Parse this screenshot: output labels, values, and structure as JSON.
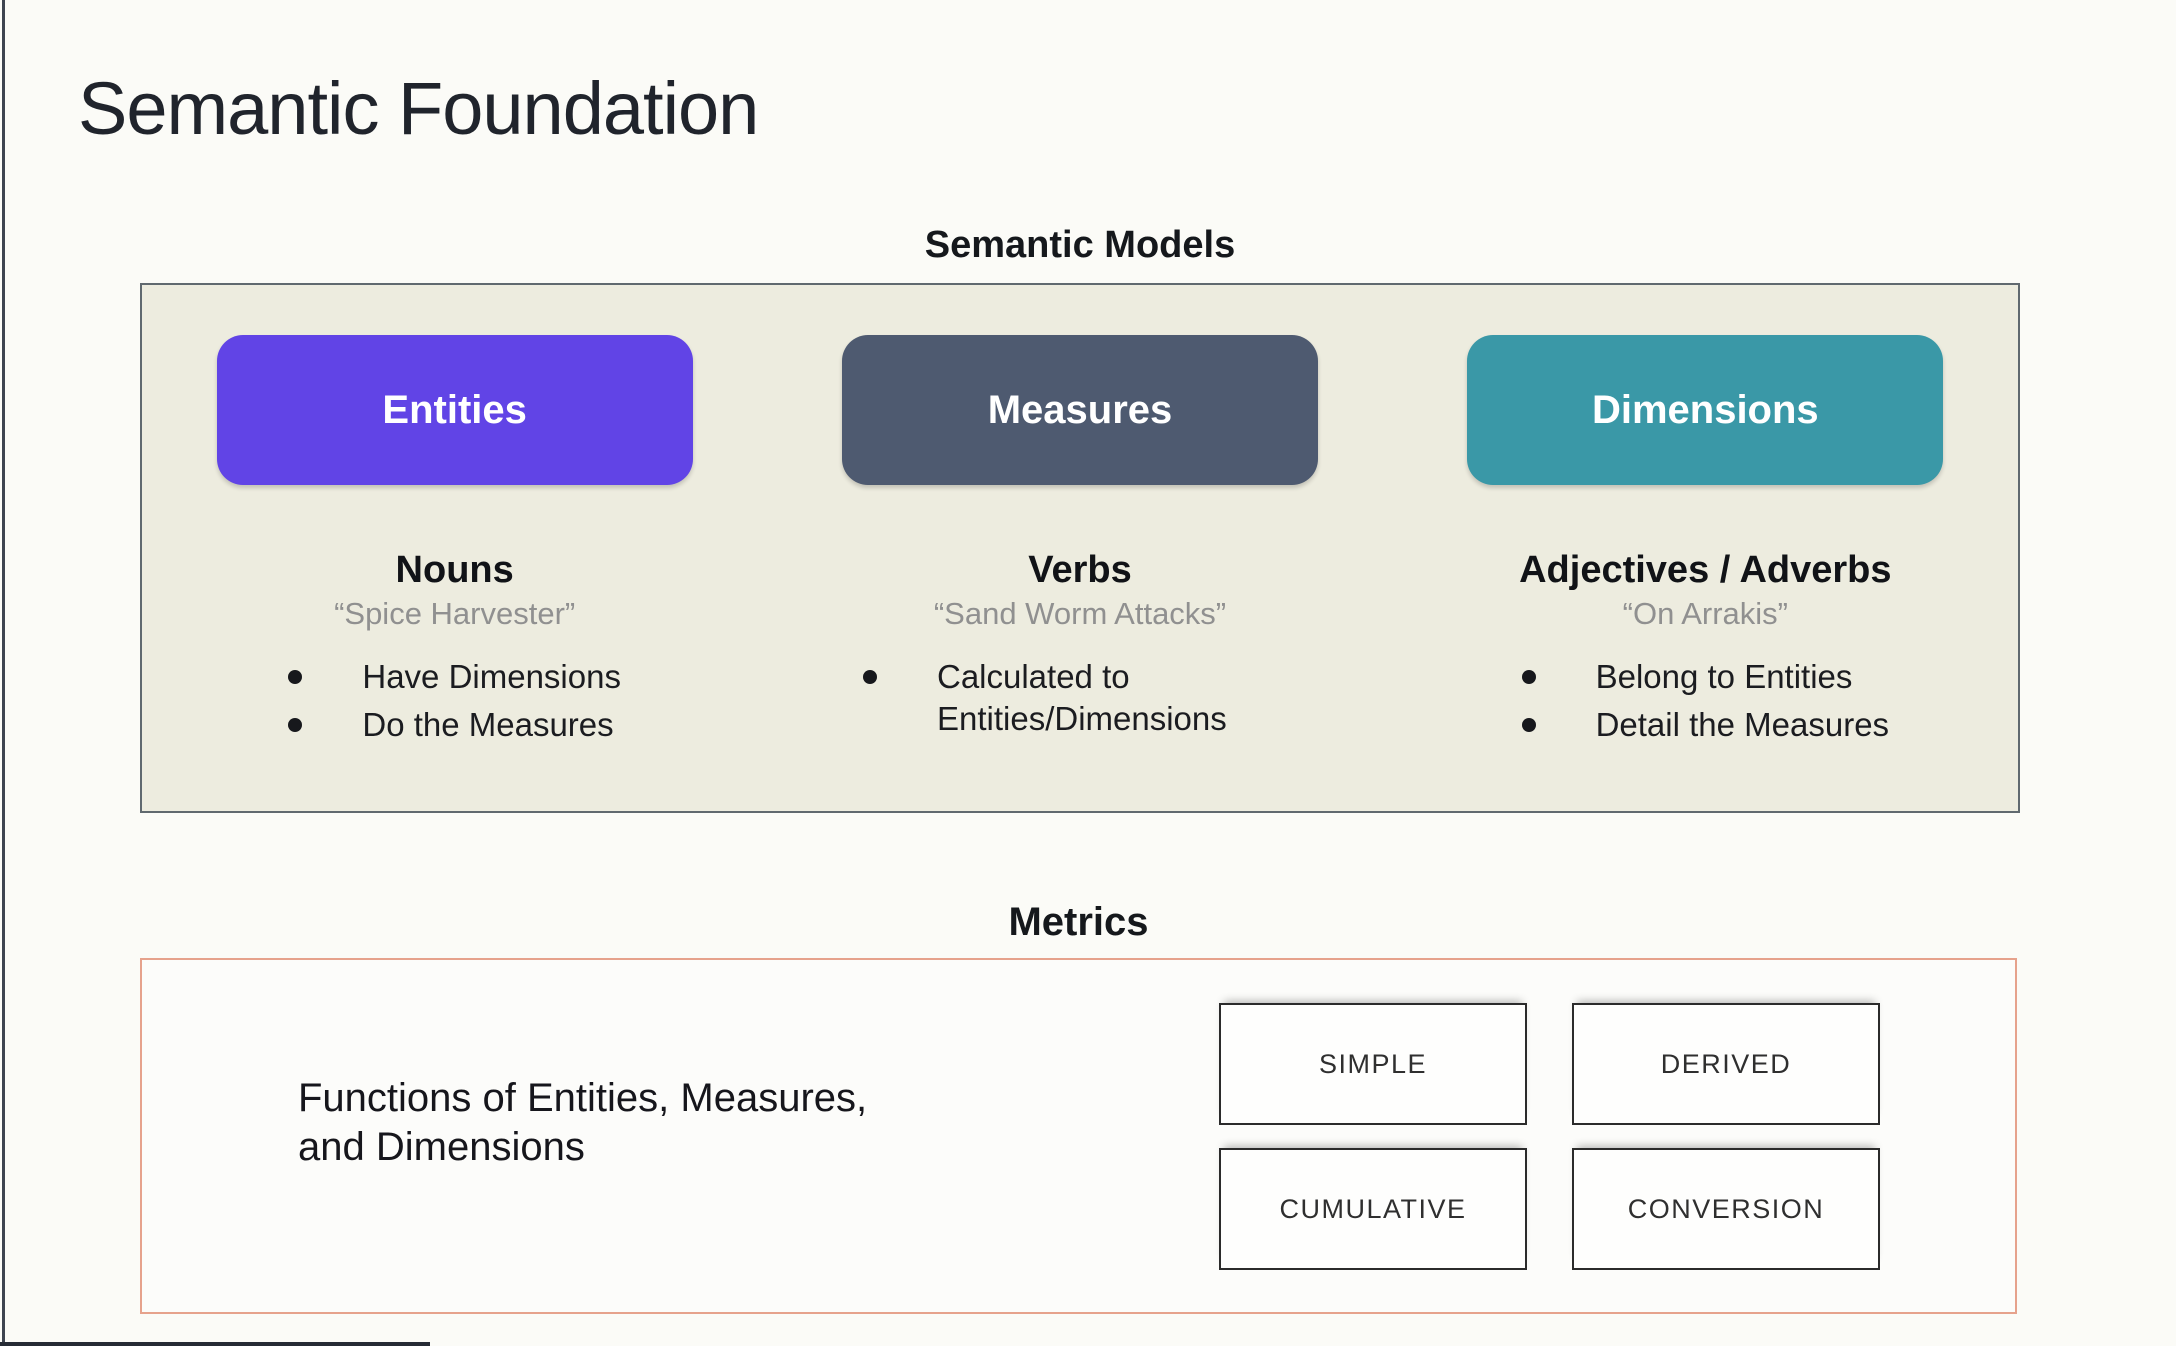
{
  "page": {
    "title": "Semantic Foundation"
  },
  "semantic_models": {
    "heading": "Semantic Models",
    "columns": [
      {
        "pill": "Entities",
        "heading": "Nouns",
        "quote": "“Spice Harvester”",
        "bullets": [
          "Have Dimensions",
          "Do the Measures"
        ]
      },
      {
        "pill": "Measures",
        "heading": "Verbs",
        "quote": "“Sand Worm Attacks”",
        "bullets": [
          "Calculated to Entities/Dimensions"
        ]
      },
      {
        "pill": "Dimensions",
        "heading": "Adjectives / Adverbs",
        "quote": "“On Arrakis”",
        "bullets": [
          "Belong to Entities",
          "Detail the Measures"
        ]
      }
    ]
  },
  "metrics": {
    "heading": "Metrics",
    "description_line1": "Functions of Entities, Measures,",
    "description_line2": "and Dimensions",
    "boxes": [
      "SIMPLE",
      "DERIVED",
      "CUMULATIVE",
      "CONVERSION"
    ]
  },
  "colors": {
    "entities_pill": "#6144e6",
    "measures_pill": "#4e5a70",
    "dimensions_pill": "#3a98a7",
    "panel_background": "#edecdf",
    "panel_border": "#60696f",
    "metrics_border": "#e6a28c",
    "metric_box_border": "#2b2b2b",
    "quote_text": "#909090",
    "slide_background": "#fbfbf7"
  }
}
